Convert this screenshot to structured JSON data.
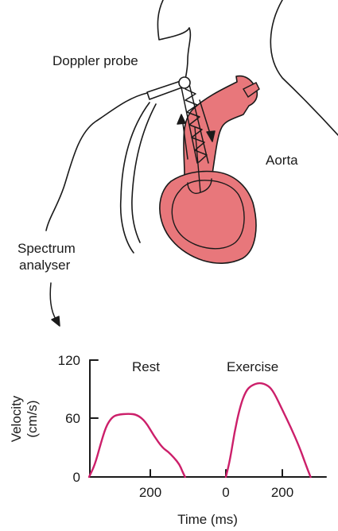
{
  "colors": {
    "heart_fill": "#e8777b",
    "curve": "#cc1f6a",
    "ink": "#1a1a1a",
    "background": "#ffffff"
  },
  "labels": {
    "probe": "Doppler probe",
    "aorta": "Aorta",
    "analyser_line1": "Spectrum",
    "analyser_line2": "analyser"
  },
  "graph": {
    "ylabel_line1": "Velocity",
    "ylabel_line2": "(cm/s)",
    "xlabel": "Time (ms)",
    "rest_label": "Rest",
    "exercise_label": "Exercise",
    "y_ticks": [
      "120",
      "60",
      "0"
    ],
    "rest_x_ticks": [
      "200"
    ],
    "exercise_x_ticks": [
      "0",
      "200"
    ]
  },
  "chart_data": {
    "type": "line",
    "xlabel": "Time (ms)",
    "ylabel": "Velocity (cm/s)",
    "ylim": [
      0,
      120
    ],
    "series": [
      {
        "name": "Rest",
        "x": [
          0,
          20,
          40,
          60,
          80,
          100,
          140,
          170,
          200,
          230,
          260,
          280,
          300,
          320,
          330,
          340
        ],
        "y": [
          0,
          12,
          33,
          52,
          61,
          64,
          65,
          64,
          57,
          42,
          30,
          26,
          20,
          13,
          6,
          0
        ]
      },
      {
        "name": "Exercise",
        "x": [
          0,
          15,
          30,
          50,
          70,
          90,
          120,
          150,
          170,
          200,
          230,
          260,
          280,
          300
        ],
        "y": [
          0,
          18,
          45,
          72,
          88,
          94,
          97,
          94,
          87,
          69,
          51,
          31,
          15,
          0
        ]
      }
    ]
  }
}
